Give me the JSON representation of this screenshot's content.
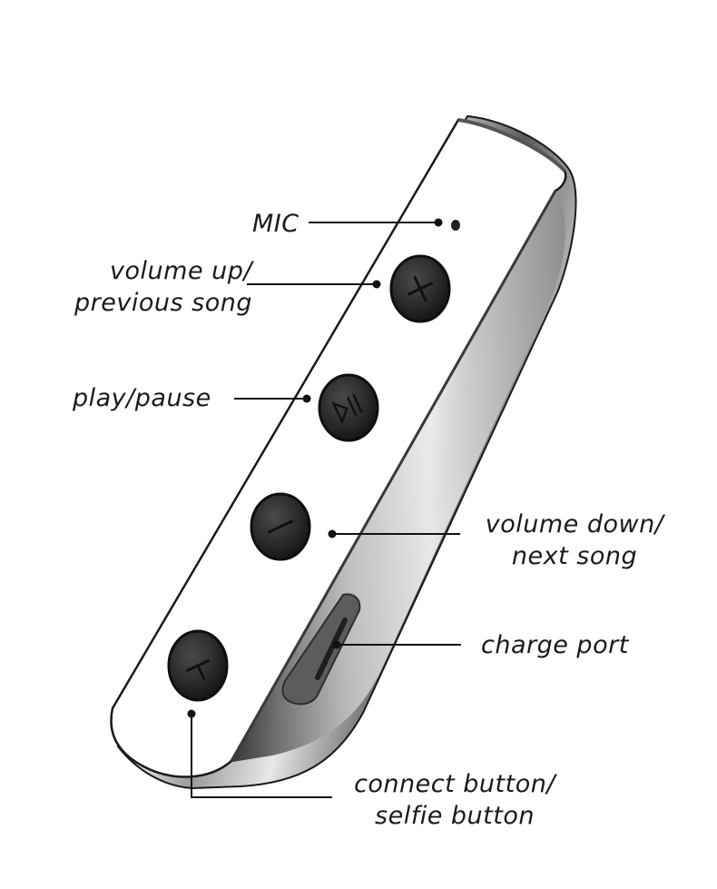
{
  "labels": {
    "mic": "MIC",
    "volume_up": [
      "volume up/",
      "previous song"
    ],
    "play_pause": "play/pause",
    "volume_down": [
      "volume down/",
      "next song"
    ],
    "charge_port": "charge port",
    "connect": [
      "connect button/",
      "selfie button"
    ]
  },
  "icons": [
    "plus-icon",
    "play-pause-icon",
    "minus-icon",
    "power-icon"
  ],
  "colors": {
    "body_white": "#ffffff",
    "chrome_dark": "#2a2a2a",
    "chrome_light": "#d9d9d9",
    "button": "#2b2b2b",
    "button_rim": "#0e0e0e",
    "leader": "#111111"
  }
}
